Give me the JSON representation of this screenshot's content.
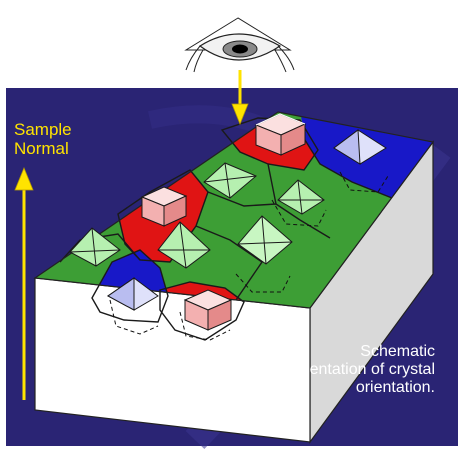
{
  "labels": {
    "sample_normal_line1": "Sample",
    "sample_normal_line2": "Normal",
    "caption_line1": "Schematic",
    "caption_line2": "Representation of crystal",
    "caption_line3": "orientation."
  },
  "colors": {
    "background": "#2a2474",
    "grain_green": "#3d9e35",
    "grain_red": "#e01414",
    "grain_blue": "#1818c8",
    "block_side": "#ffffff",
    "arrow": "#ffe300",
    "crystal_green": "#b6f0b0",
    "crystal_red": "#f3b0b0",
    "crystal_blue": "#cfd2f6"
  },
  "icons": {
    "viewer": "eye-icon",
    "sample_normal": "arrow-up-icon",
    "view_direction": "arrow-down-icon"
  }
}
